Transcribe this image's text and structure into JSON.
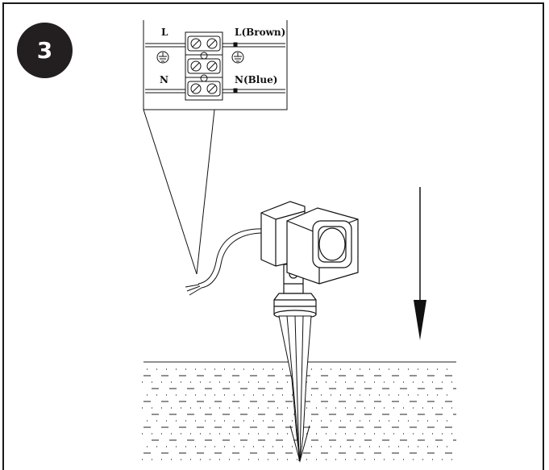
{
  "step": {
    "number": "3"
  },
  "terminal_block": {
    "left_labels": [
      "L",
      "N"
    ],
    "right_labels": [
      "L(Brown)",
      "N(Blue)"
    ]
  }
}
